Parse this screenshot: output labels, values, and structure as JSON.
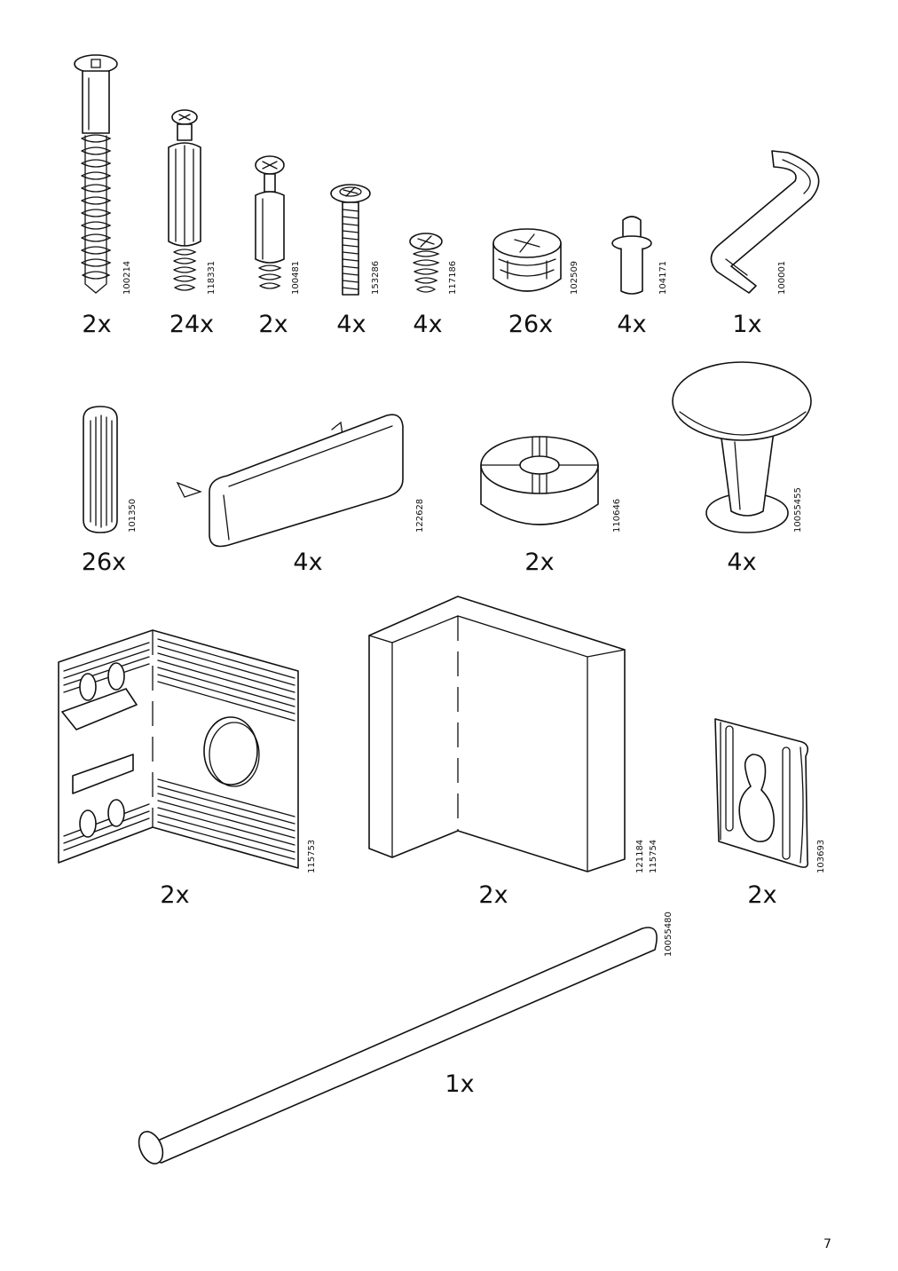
{
  "parts": [
    {
      "id": "100214",
      "qty": "2x",
      "icon": "long-screw-icon"
    },
    {
      "id": "118331",
      "qty": "24x",
      "icon": "cam-bolt-icon"
    },
    {
      "id": "100481",
      "qty": "2x",
      "icon": "short-cam-bolt-icon"
    },
    {
      "id": "153286",
      "qty": "4x",
      "icon": "machine-screw-icon"
    },
    {
      "id": "117186",
      "qty": "4x",
      "icon": "short-screw-icon"
    },
    {
      "id": "102509",
      "qty": "26x",
      "icon": "cam-lock-icon"
    },
    {
      "id": "104171",
      "qty": "4x",
      "icon": "shelf-support-pin-icon"
    },
    {
      "id": "100001",
      "qty": "1x",
      "icon": "allen-key-icon"
    },
    {
      "id": "101350",
      "qty": "26x",
      "icon": "wooden-dowel-icon"
    },
    {
      "id": "122628",
      "qty": "4x",
      "icon": "plastic-cover-icon"
    },
    {
      "id": "110646",
      "qty": "2x",
      "icon": "plastic-foot-icon"
    },
    {
      "id": "10055455",
      "qty": "4x",
      "icon": "knob-icon"
    },
    {
      "id": "115753",
      "qty": "2x",
      "icon": "corner-bracket-icon"
    },
    {
      "id": "121184\n115754",
      "qty": "2x",
      "icon": "corner-panel-icon"
    },
    {
      "id": "103693",
      "qty": "2x",
      "icon": "wall-hanger-plate-icon"
    },
    {
      "id": "10055480",
      "qty": "1x",
      "icon": "rod-icon"
    }
  ],
  "page_number": "7"
}
